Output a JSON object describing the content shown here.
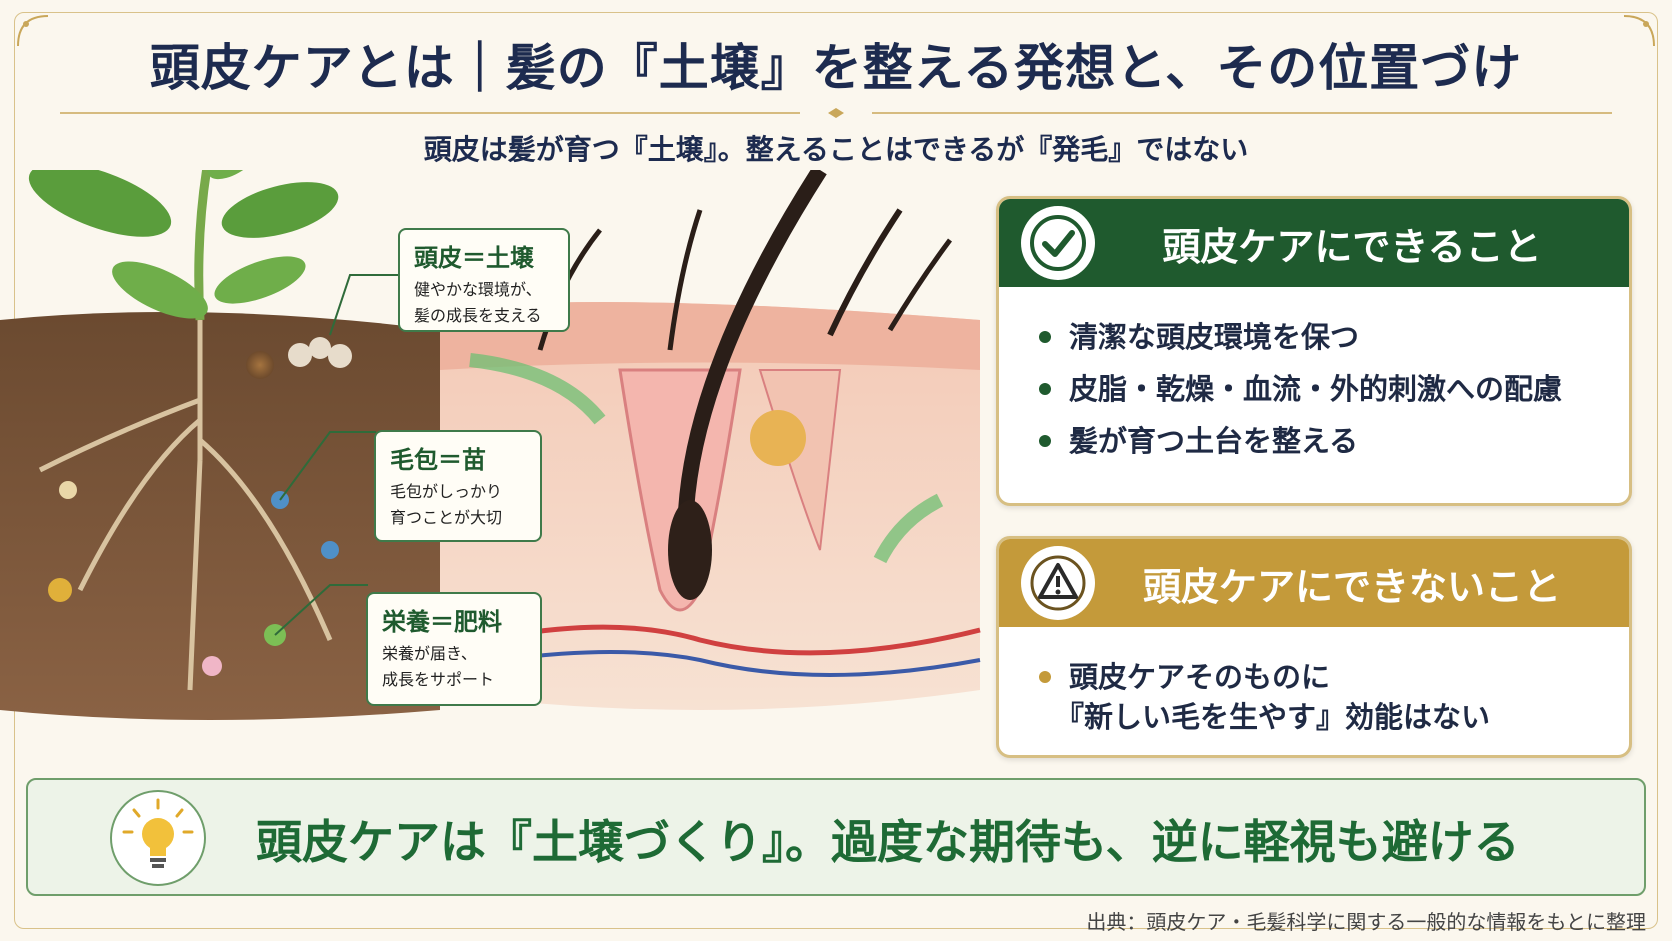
{
  "header": {
    "title": "頭皮ケアとは｜髪の『土壌』を整える発想と、その位置づけ",
    "subtitle": "頭皮は髪が育つ『土壌』。整えることはできるが『発毛』ではない"
  },
  "illustration": {
    "labels": [
      {
        "title": "頭皮＝土壌",
        "desc": [
          "健やかな環境が、",
          "髪の成長を支える"
        ]
      },
      {
        "title": "毛包＝苗",
        "desc": [
          "毛包がしっかり",
          "育つことが大切"
        ]
      },
      {
        "title": "栄養＝肥料",
        "desc": [
          "栄養が届き、",
          "成長をサポート"
        ]
      }
    ]
  },
  "can_do": {
    "title": "頭皮ケアにできること",
    "icon": "check-icon",
    "color": "#1f5a2e",
    "items": [
      "清潔な頭皮環境を保つ",
      "皮脂・乾燥・血流・外的刺激への配慮",
      "髪が育つ土台を整える"
    ]
  },
  "cannot_do": {
    "title": "頭皮ケアにできないこと",
    "icon": "warning-icon",
    "color": "#c49a3a",
    "items": [
      [
        "頭皮ケアそのものに",
        "『新しい毛を生やす』効能はない"
      ]
    ]
  },
  "banner": {
    "text": "頭皮ケアは『土壌づくり』。過度な期待も、逆に軽視も避ける",
    "icon": "lightbulb-icon"
  },
  "source": "出典：頭皮ケア・毛髪科学に関する一般的な情報をもとに整理"
}
